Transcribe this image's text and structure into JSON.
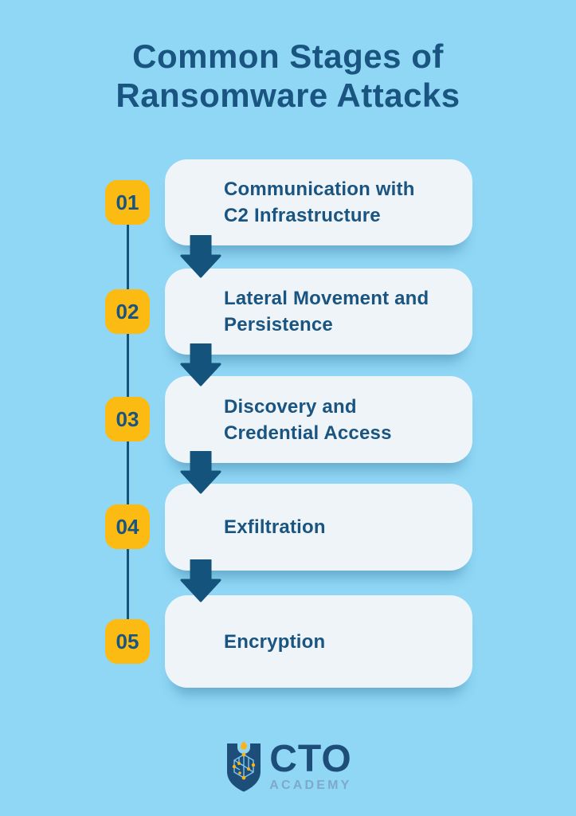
{
  "title": {
    "line1": "Common Stages of",
    "line2": "Ransomware Attacks"
  },
  "stages": [
    {
      "number": "01",
      "label": "Communication with\nC2 Infrastructure"
    },
    {
      "number": "02",
      "label": "Lateral Movement and\nPersistence"
    },
    {
      "number": "03",
      "label": "Discovery and\nCredential Access"
    },
    {
      "number": "04",
      "label": "Exfiltration"
    },
    {
      "number": "05",
      "label": "Encryption"
    }
  ],
  "footer": {
    "brand_name": "CTO",
    "brand_subtitle": "ACADEMY",
    "logo_icon": "shield-circuit-icon"
  },
  "icons": {
    "stage_connector": "arrow-down-icon"
  },
  "colors": {
    "background": "#8FD7F5",
    "card": "#EFF4F9",
    "badge": "#FBBB13",
    "heading_text": "#1A5480",
    "arrow": "#14537C",
    "brand_text": "#1D4E79",
    "brand_subtext": "#7FA9CA"
  }
}
